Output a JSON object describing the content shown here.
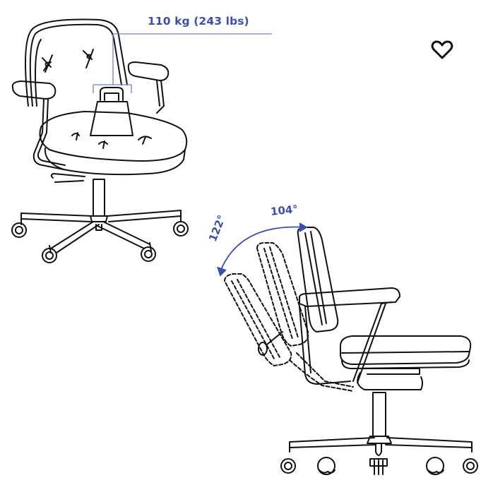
{
  "image": {
    "description": "Office chair product illustration with load capacity and backrest tilt angles",
    "accent_color": "#3a4fb0",
    "line_color": "#111111"
  },
  "annotations": {
    "max_load": "110 kg (243 lbs)",
    "tilt_min": "104°",
    "tilt_max": "122°"
  },
  "actions": {
    "favorite_icon": "heart-outline-icon"
  }
}
